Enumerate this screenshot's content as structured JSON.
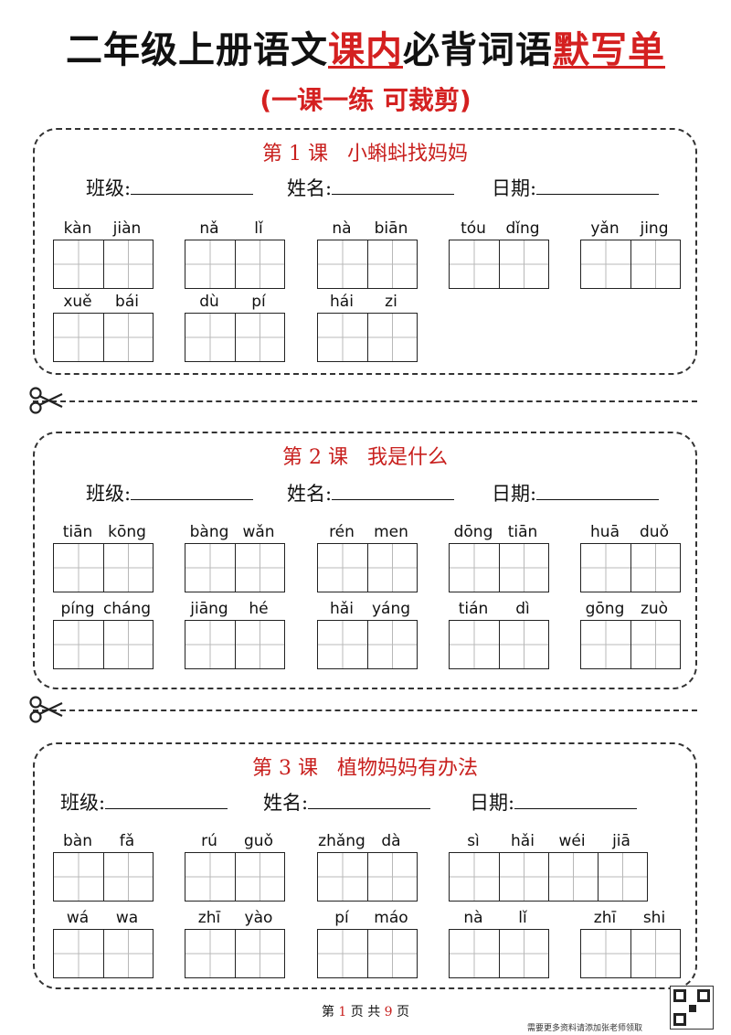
{
  "header": {
    "title_part1": "二年级上册语文",
    "title_part2": "课内",
    "title_part3": "必背词语",
    "title_part4": "默写单",
    "subtitle": "(一课一练  可裁剪)"
  },
  "labels": {
    "class": "班级:",
    "name": "姓名:",
    "date": "日期:"
  },
  "lessons": [
    {
      "title": "第 1 课   小蝌蚪找妈妈",
      "rows": [
        [
          [
            "kàn",
            "jiàn"
          ],
          [
            "nǎ",
            "lǐ"
          ],
          [
            "nà",
            "biān"
          ],
          [
            "tóu",
            "dǐng"
          ],
          [
            "yǎn",
            "jing"
          ]
        ],
        [
          [
            "xuě",
            "bái"
          ],
          [
            "dù",
            "pí"
          ],
          [
            "hái",
            "zi"
          ]
        ]
      ]
    },
    {
      "title": "第 2 课   我是什么",
      "rows": [
        [
          [
            "tiān",
            "kōng"
          ],
          [
            "bàng",
            "wǎn"
          ],
          [
            "rén",
            "men"
          ],
          [
            "dōng",
            "tiān"
          ],
          [
            "huā",
            "duǒ"
          ]
        ],
        [
          [
            "píng",
            "cháng"
          ],
          [
            "jiāng",
            "hé"
          ],
          [
            "hǎi",
            "yáng"
          ],
          [
            "tián",
            "dì"
          ],
          [
            "gōng",
            "zuò"
          ]
        ]
      ]
    },
    {
      "title": "第 3 课   植物妈妈有办法",
      "rows": [
        [
          [
            "bàn",
            "fǎ"
          ],
          [
            "rú",
            "guǒ"
          ],
          [
            "zhǎng",
            "dà"
          ],
          [
            "sì",
            "hǎi",
            "wéi",
            "jiā"
          ]
        ],
        [
          [
            "wá",
            "wa"
          ],
          [
            "zhī",
            "yào"
          ],
          [
            "pí",
            "máo"
          ],
          [
            "nà",
            "lǐ"
          ],
          [
            "zhī",
            "shi"
          ]
        ]
      ]
    }
  ],
  "footer": {
    "prefix": "第",
    "page": "1",
    "middle": "页 共",
    "total": "9",
    "suffix": "页"
  },
  "qr_note": "需要更多资料请添加张老师领取",
  "colors": {
    "accent": "#d42020",
    "text": "#111111"
  }
}
